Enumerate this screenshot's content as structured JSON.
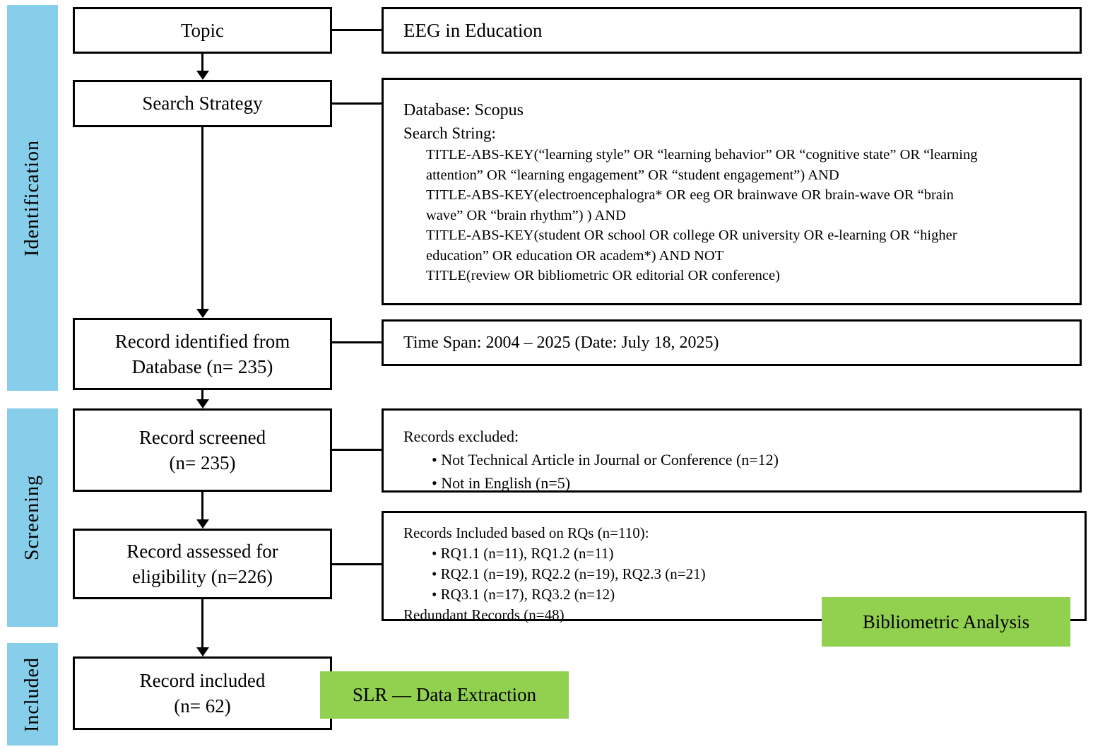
{
  "colors": {
    "stage_bar_blue": "#87CEEB",
    "output_green": "#92D050",
    "line_black": "#000000"
  },
  "stages": {
    "identification": "Identification",
    "screening": "Screening",
    "included": "Included"
  },
  "flow_boxes": {
    "topic": "Topic",
    "search_strategy": "Search Strategy",
    "record_identified_line1": "Record identified from",
    "record_identified_line2": "Database (n= 235)",
    "record_screened_line1": "Record screened",
    "record_screened_line2": "(n= 235)",
    "record_assessed_line1": "Record assessed for",
    "record_assessed_line2": "eligibility (n=226)",
    "record_included_line1": "Record included",
    "record_included_line2": "(n= 62)"
  },
  "detail_boxes": {
    "topic_detail": "EEG in Education",
    "search_detail": {
      "database": "Database: Scopus",
      "search_string_label": "Search String:",
      "query_lines": [
        "TITLE-ABS-KEY(“learning style” OR “learning behavior” OR “cognitive state” OR “learning",
        "attention” OR “learning engagement” OR “student engagement”) AND",
        "TITLE-ABS-KEY(electroencephalogra* OR eeg OR brainwave OR brain-wave OR “brain",
        "wave” OR “brain rhythm”) ) AND",
        "TITLE-ABS-KEY(student OR school OR college OR university OR e-learning OR “higher",
        "education” OR education OR academ*) AND NOT",
        "TITLE(review OR bibliometric OR editorial OR conference)"
      ]
    },
    "time_span": "Time Span: 2004 – 2025 (Date: July 18, 2025)",
    "records_excluded": {
      "title": "Records excluded:",
      "items": [
        "Not Technical Article in Journal or Conference (n=12)",
        "Not in English (n=5)"
      ]
    },
    "records_included_rqs": {
      "title": "Records Included based on RQs (n=110):",
      "items": [
        "RQ1.1 (n=11), RQ1.2 (n=11)",
        "RQ2.1 (n=19), RQ2.2 (n=19), RQ2.3 (n=21)",
        "RQ3.1 (n=17), RQ3.2 (n=12)"
      ],
      "footer": "Redundant Records (n=48)"
    }
  },
  "output_labels": {
    "bibliometric": "Bibliometric Analysis",
    "slr": "SLR — Data Extraction"
  }
}
